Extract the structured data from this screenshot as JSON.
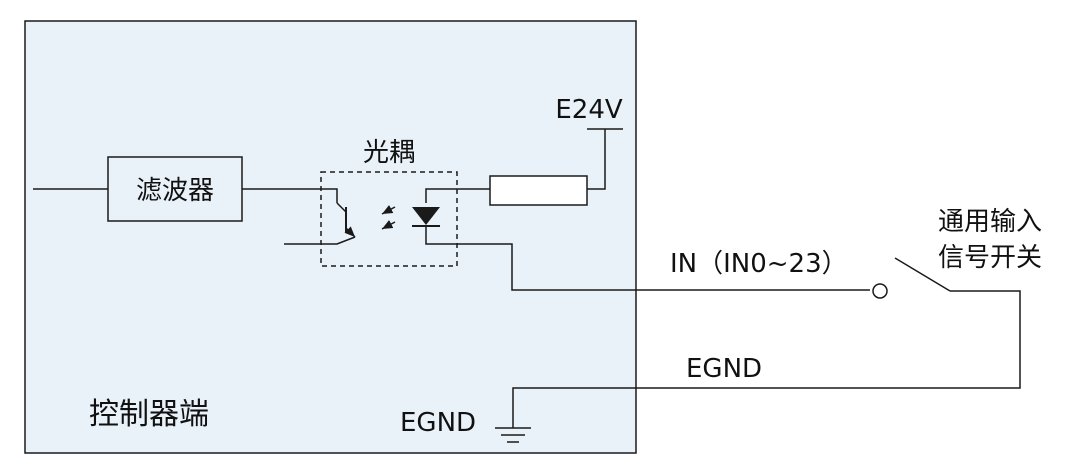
{
  "controller": {
    "label": "控制器端"
  },
  "filter": {
    "label": "滤波器"
  },
  "optocoupler": {
    "label": "光耦"
  },
  "power": {
    "label": "E24V"
  },
  "input_signal": {
    "label": "IN（IN0~23）"
  },
  "ground_external": {
    "label": "EGND"
  },
  "ground_internal": {
    "label": "EGND"
  },
  "switch": {
    "label_line1": "通用输入",
    "label_line2": "信号开关"
  },
  "colors": {
    "controller_fill": "#e9f1f9",
    "line": "#1a1a1a",
    "background": "#ffffff"
  }
}
